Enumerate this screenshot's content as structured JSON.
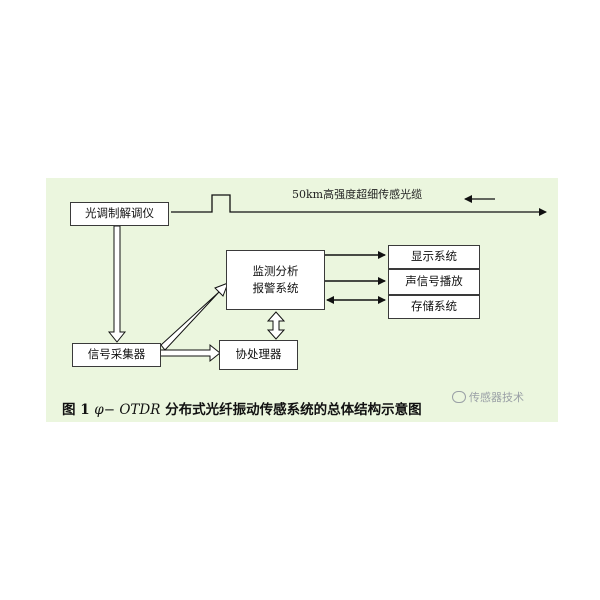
{
  "diagram": {
    "nodes": {
      "modem": "光调制解调仪",
      "analysis": [
        "监测分析",
        "报警系统"
      ],
      "acquisition": "信号采集器",
      "coprocessor": "协处理器",
      "display": "显示系统",
      "sound": "声信号播放",
      "storage": "存储系统"
    },
    "fiber_label": "50km高强度超细传感光缆",
    "caption": {
      "prefix": "图 1 ",
      "italic": "φ− OTDR",
      "suffix": " 分布式光纤振动传感系统的总体结构示意图"
    },
    "watermark": "传感器技术",
    "colors": {
      "background": "#ebf6de",
      "box_fill": "#ffffff",
      "line": "#111111"
    }
  }
}
